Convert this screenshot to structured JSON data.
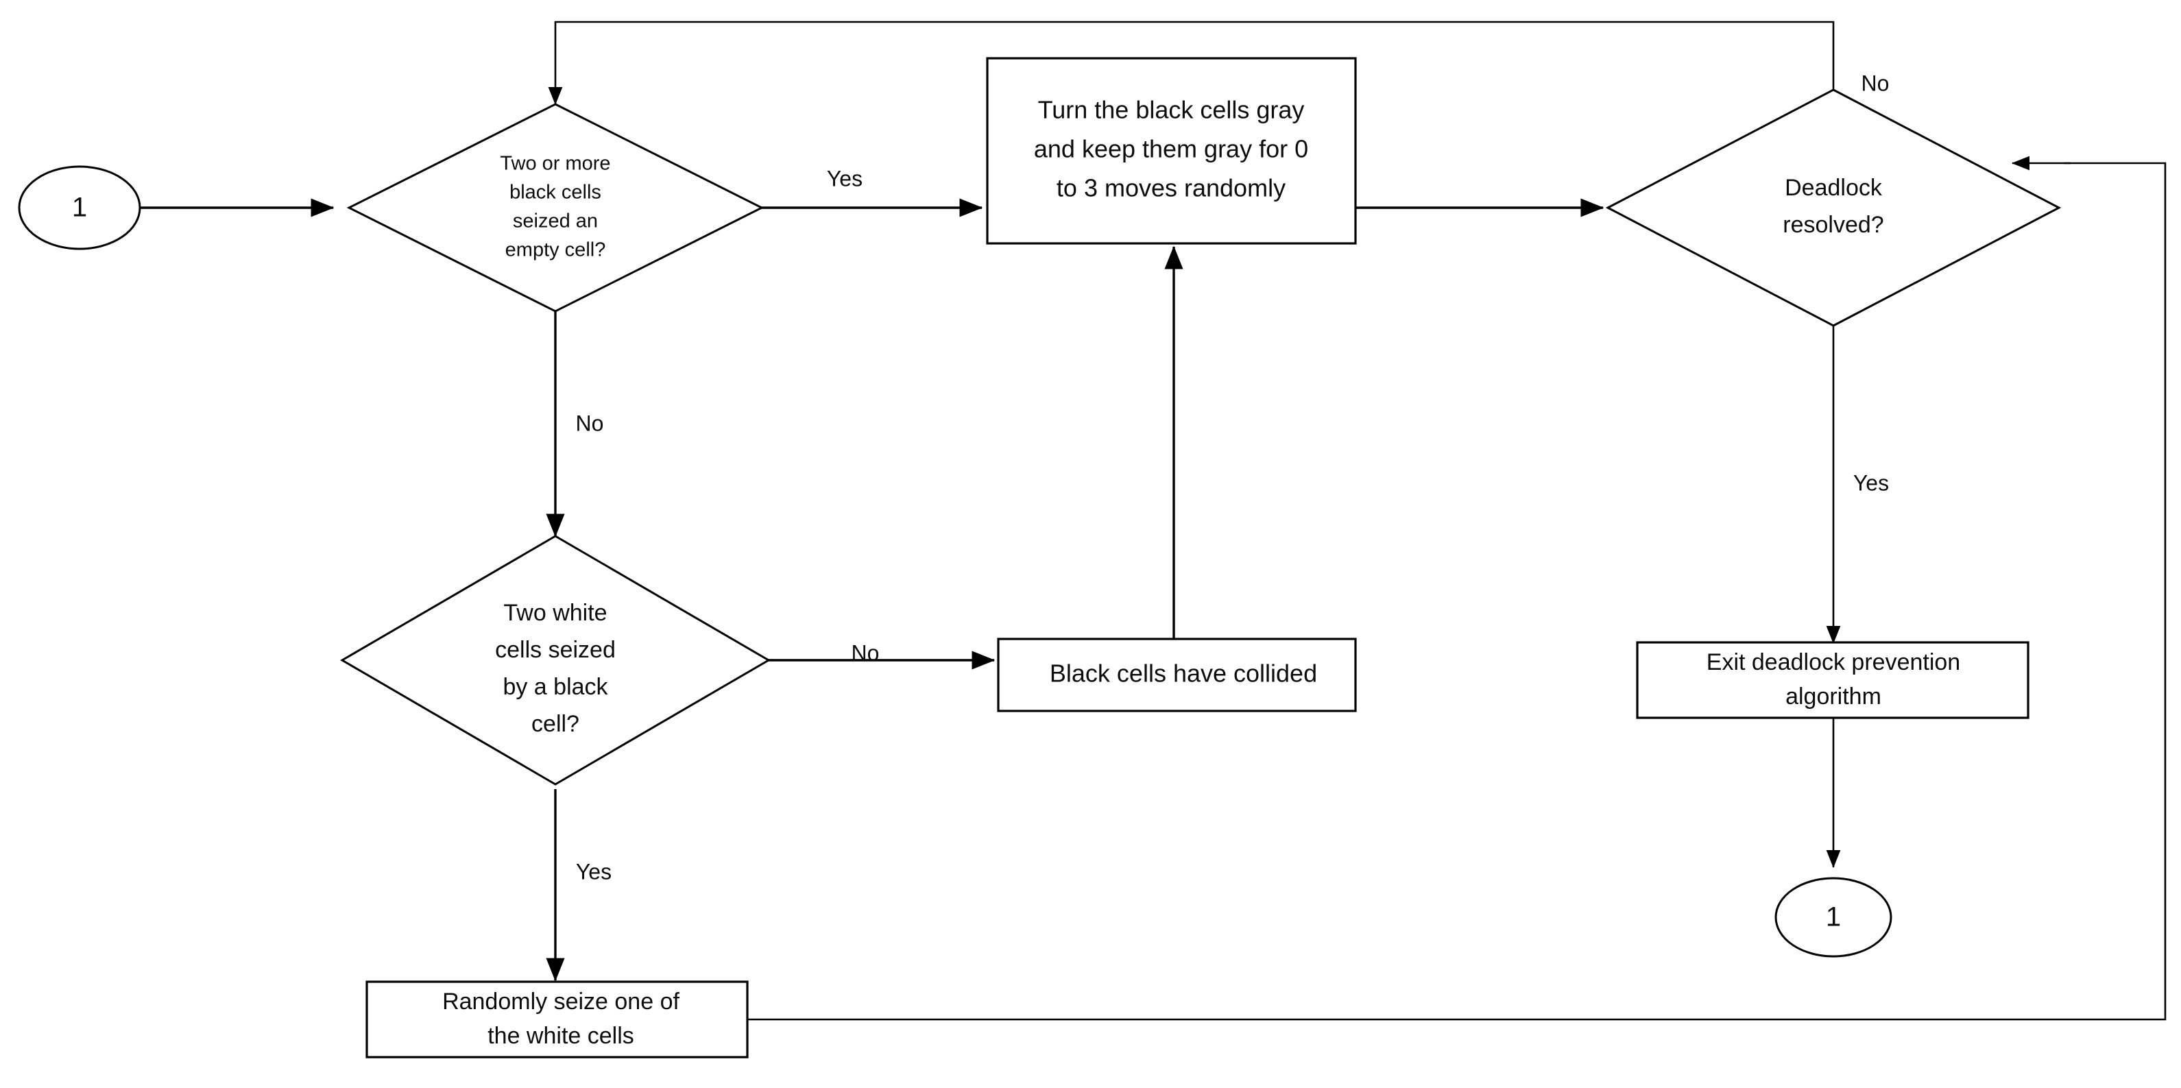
{
  "diagram": {
    "title": "Deadlock prevention algorithm flowchart",
    "colors": {
      "stroke": "#000000",
      "fill": "#ffffff",
      "text": "#0d0d0d",
      "background": "#ffffff"
    },
    "nodes": {
      "start_connector": {
        "label": "1",
        "shape": "ellipse"
      },
      "decision_black_cells": {
        "shape": "diamond",
        "lines": [
          "Two or more",
          "black cells",
          "seized an",
          "empty cell?"
        ]
      },
      "process_turn_gray": {
        "shape": "rectangle",
        "lines": [
          "Turn the black cells gray",
          "and keep them gray for 0",
          "to 3 moves randomly"
        ]
      },
      "decision_deadlock_resolved": {
        "shape": "diamond",
        "lines": [
          "Deadlock",
          "resolved?"
        ]
      },
      "decision_two_white_cells": {
        "shape": "diamond",
        "lines": [
          "Two white",
          "cells seized",
          "by a black",
          "cell?"
        ]
      },
      "process_collided": {
        "shape": "rectangle",
        "lines": [
          "Black cells have collided"
        ]
      },
      "process_exit": {
        "shape": "rectangle",
        "lines": [
          "Exit deadlock prevention",
          "algorithm"
        ]
      },
      "process_seize_white": {
        "shape": "rectangle",
        "lines": [
          "Randomly seize one of",
          "the white cells"
        ]
      },
      "end_connector": {
        "label": "1",
        "shape": "ellipse"
      }
    },
    "edge_labels": {
      "black_cells_yes": "Yes",
      "black_cells_no": "No",
      "white_cells_no": "No",
      "white_cells_yes": "Yes",
      "deadlock_no": "No",
      "deadlock_yes": "Yes"
    }
  }
}
